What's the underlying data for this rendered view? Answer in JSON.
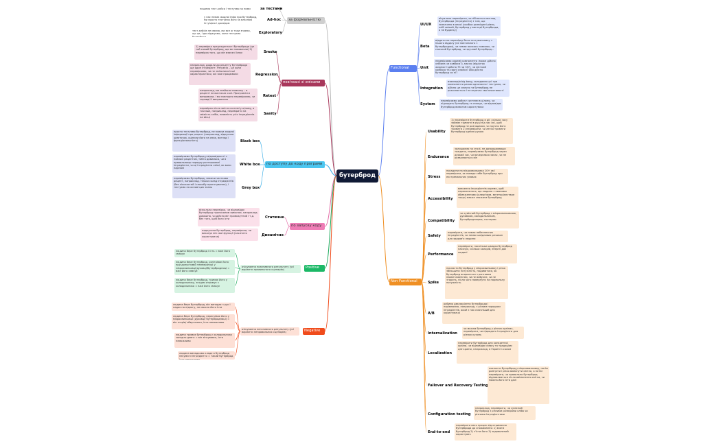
{
  "root": {
    "label": "бутерброд"
  },
  "branches": {
    "formal": {
      "label": "за формальністю"
    },
    "change": {
      "label": "пов'язані зі змінами"
    },
    "access": {
      "label": "по доступу до коду програми"
    },
    "run": {
      "label": "по запуску коду"
    },
    "positive": {
      "label": "Positive",
      "desc": "очікування позитивного результату (усі варіанти правильного сценарію)"
    },
    "negative": {
      "label": "Negative",
      "desc": "очікування негативного результату (усі варіанти неправильних сценаріїв)"
    },
    "functional": {
      "label": "Functional"
    },
    "nonfunctional": {
      "label": "Non Functional"
    }
  },
  "formal": [
    {
      "label": "за тестами",
      "desc": "пишемо тест-кейси і тестуємо за ними"
    },
    {
      "label": "Ad-hoc",
      "desc": "у нас немає жодної інфи про бутерброд, ми просто тестуємо його за власною інтуїцією і досвідом"
    },
    {
      "label": "Exploratory",
      "desc": "тест-кейсів не маємо, ми все ж таки знаємо, що це, і досліджуємо, коли тестуємо бутерброд"
    }
  ],
  "change": [
    {
      "label": "Smoke",
      "desc": "1) перевірка працездатності бутерброда (це той самий бутерброд, що ми замовляли) 2) перевірка того, що він взагалі існує"
    },
    {
      "label": "Regression",
      "desc": "наприклад, додали до рецепту бутерброда ще один інгредієнт. Регресія – це коли перевіряємо, чи не змінилися інші характеристики, які вже працювали"
    },
    {
      "label": "Retest",
      "desc": "наприклад, ми знайшли помилку – в рецепті не вистачає солі. Програмісти виправили, і ми повторно перевіряємо, чи справді її виправлено"
    },
    {
      "label": "Sanity",
      "desc": "перевірка після змін в системі у цілому, а точніше, наприклад, перевірити на свіжість хліба, наявність усіх інгредієнтів на місці"
    }
  ],
  "access": [
    {
      "label": "Black box",
      "desc": "просто тестуємо бутерброд, не маючи жодної інформації про рецепт (наприклад, відкусили шматочок, оцінили його на смак, вигляд і функціональність)"
    },
    {
      "label": "White box",
      "desc": "перевіряємо бутерброд у відповідності з повним рецептом, тобто дивимося, чи в правильному порядку розташовані інгредієнти, чи ці інгредієнти свіжі, як вони нарізані"
    },
    {
      "label": "Grey box",
      "desc": "перевіряємо бутерброд, знаючи частково рецепт, наприклад, тільки склад інгредієнтів (без кількостей і способу приготування), і тестуємо на основі цих знань"
    }
  ],
  "run": [
    {
      "label": "Статичне",
      "desc": "візуальна перевірка, чи відповідає бутерброд прописаним вимогам, наприклад довжина, чи дійсно він прямокутний і т.д. без того, щоб його їсти"
    },
    {
      "label": "Динамічне",
      "desc": "надкусили бутерброд, перевірили, чи виконує він свої функції (наситити користувача)"
    }
  ],
  "positive": [
    "людина бере бутерброд і їсть = вже його смакує",
    "людина бере бутерброд, розігріває його при допустимій температурі у мікрохвильовці/духовці/бутербродниці = вже його смакує",
    "людина бере бутерброд, тримає його у холодильнику, згодом отримує з холодильника = вже його смакує"
  ],
  "negative": [
    "людина бере бутерброд, він випадає з рук і падає на підлогу, не можна його їсти",
    "людина бере бутерброд, перегріває його у мікрохвильовці (духовці/ бутербродниці) = він згорів/ обвуглився, їсти неможливо",
    "людина тримає бутерброд у холодильнику занадто довго = він зіпсувався, їсти неможливо",
    "людина випадково кладе в бутерброд несумісні інгредієнти = такий бутерброд їсти неможливо"
  ],
  "functional": [
    {
      "label": "UI/UX",
      "desc": "візуально перевірити, чи збігається вигляд бутерброда (інгредієнти) з тим, що зазначено в описі (скибки розміщені рівно, хліб свіжий, бутерброд у вигляді бутерброда, а не будинку)"
    },
    {
      "label": "Beta",
      "desc": "віддати на перевірку бета-тестувальнику з іншого відділу (не пов'язаного з бутербродом), чи немає якихось помилок, чи смачний бутерброд, чи зручний бутерброд..."
    },
    {
      "label": "Unit",
      "desc": "перевіряємо окремі компоненти (може дійсно хлібина чи ковбаса?), масло (відсоток жирності дійсно 75 чи 35?), чи місткий ковбаса та сирні слайси? Або дійсно бутерброд чи ні?"
    },
    {
      "label": "Integration",
      "desc": "взаємодія big bang, складаємо усі три компоненти разом одночасно і тестуємо, чи дійсно це смачно та бутерброд не розсипається і не втрачає свої властивості"
    },
    {
      "label": "System",
      "desc": "перевіряємо роботу системи в цілому, чи підходить бутерброд та смакує, чи відповідає бутерброд вимогам користувача"
    }
  ],
  "nonfunctional": [
    {
      "label": "Usability",
      "desc": "1) перевірити бутерброд в дії: скільки часу займає тримати в руці під час їжі, щоб бутерброд не розпадався, чи зручно його тримати 2) перевірити, чи легко тримати бутерброд однією рукою"
    },
    {
      "label": "Endurance",
      "desc": "залишаємо на столі, не допрацювавши тиждень, перевіряємо бутерброд через деякий час, чи вичерпався запас, чи не розвалюється він"
    },
    {
      "label": "Stress",
      "desc": "посадити на мікрохвильовку 10+ хв і перевірити, як поведе себе бутерброд при екстремальних умовах"
    },
    {
      "label": "Accessibility",
      "desc": "вивчення інгредієнтів окремо, щоб переконатися, що людина з певними обмеженнями (алергіями, вегетаріанством тощо) зможе спожити бутерброд"
    },
    {
      "label": "Compatibility",
      "desc": "чи сумісний бутерброд з мікрохвильовкою, духовкою, холодильником, бутербродницею, тостером"
    },
    {
      "label": "Safety",
      "desc": "перевірити, чи немає небезпечних інгредієнтів, чи немає шкідливих речовин для здоров'я людини"
    },
    {
      "label": "Performance",
      "desc": "перевірити, наскільки швидко бутерброд насичує, скільки калорій, енергії дає людині"
    },
    {
      "label": "Spike",
      "desc": "покласти бутерброд у мікрохвильовку і різко збільшити потужність, подивитися, як бутерброд впорається з раптовим навантаженням, чи не вибухне, чи не згорить, після чого повернути на нормальну потужність"
    },
    {
      "label": "A/B",
      "desc": "робимо два варіанти бутерброда і порівнюємо, наприклад, з різним порядком інгредієнтів, який з них смачніший для користувача"
    },
    {
      "label": "Internalization",
      "desc": "чи можна бутерброд у різних країнах, перевірити, чи підходять інгредієнти для різних кухонь"
    },
    {
      "label": "Localization",
      "desc": "перевірити бутерброд для конкретної країни, чи відповідає смаку та традиціям цієї країни, наприклад, в Україні з салом"
    },
    {
      "label": "Failover and Recovery Testing",
      "desc": "покласти бутерброд у мікрохвильовку, потім розігріти і різко вимкнути світло, а потім перевірити, чи правильно бутерброд відновлюється після ввімкнення світла, чи можна його їсти далі"
    },
    {
      "label": "Configuration testing",
      "desc": "наприклад, перевірити, чи сумісний бутерброд з різними розмірами хліба чи різними інгредієнтами"
    },
    {
      "label": "End-to-end",
      "desc": "перевірити весь процес від отримання бутерброда до споживання: 1) взяти бутерброд 2) з'їсти його 3) задоволений користувач"
    }
  ],
  "colors": {
    "formal": "#b9b9b9",
    "change": "#a8375b",
    "access": "#30a9e5",
    "run": "#e36aa6",
    "positive": "#19a85a",
    "negative": "#f04b1b",
    "functional": "#5b7ff0",
    "nonfunctional": "#ef8f23"
  }
}
